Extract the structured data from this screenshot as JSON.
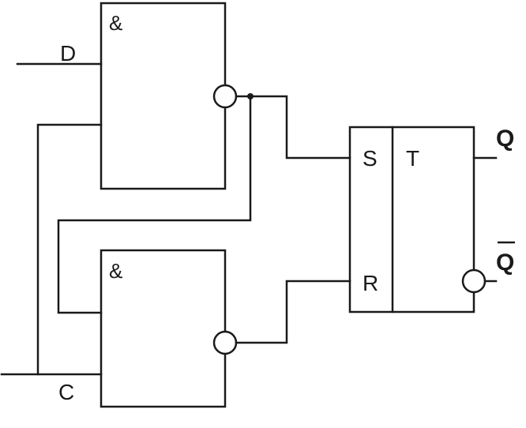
{
  "gates": {
    "top_and": {
      "symbol": "&"
    },
    "bottom_and": {
      "symbol": "&"
    }
  },
  "flipflop": {
    "set_label": "S",
    "reset_label": "R",
    "type_label": "T"
  },
  "inputs": {
    "d_label": "D",
    "c_label": "C"
  },
  "outputs": {
    "q_label": "Q",
    "q_bar_label": "Q"
  }
}
